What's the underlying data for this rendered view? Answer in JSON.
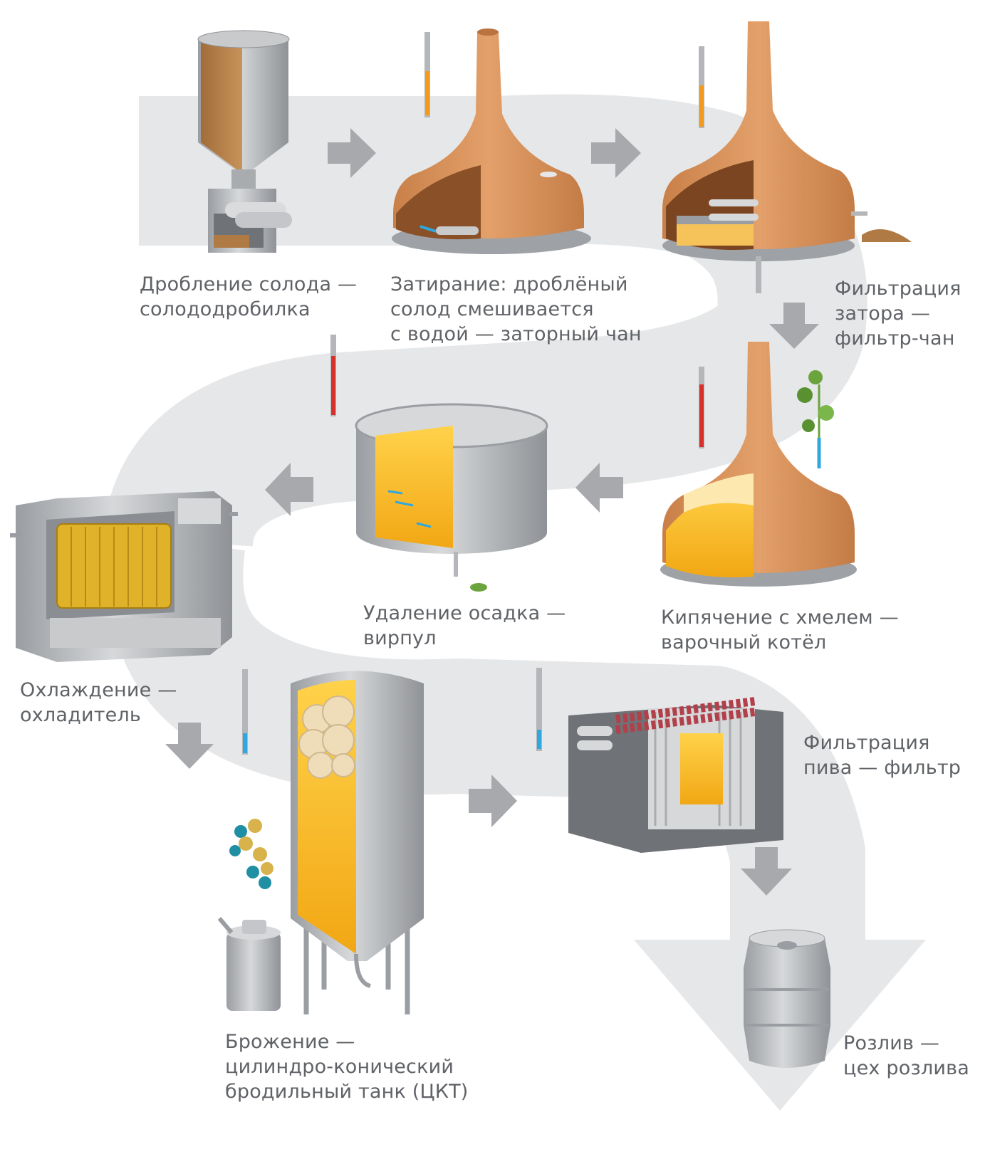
{
  "steps": [
    {
      "id": "milling",
      "lines": [
        "Дробление солода —",
        "солододробилка"
      ]
    },
    {
      "id": "mashing",
      "lines": [
        "Затирание: дроблёный",
        "солод смешивается",
        "с водой — заторный чан"
      ]
    },
    {
      "id": "lautering",
      "lines": [
        "Фильтрация",
        "затора —",
        "фильтр-чан"
      ]
    },
    {
      "id": "boiling",
      "lines": [
        "Кипячение с хмелем —",
        "варочный котёл"
      ]
    },
    {
      "id": "whirlpool",
      "lines": [
        "Удаление осадка —",
        "вирпул"
      ]
    },
    {
      "id": "cooling",
      "lines": [
        "Охлаждение —",
        "охладитель"
      ]
    },
    {
      "id": "fermentation",
      "lines": [
        "Брожение —",
        "цилиндро-конический",
        "бродильный танк (ЦКТ)"
      ]
    },
    {
      "id": "filtration",
      "lines": [
        "Фильтрация",
        "пива — фильтр"
      ]
    },
    {
      "id": "bottling",
      "lines": [
        "Розлив —",
        "цех розлива"
      ]
    }
  ],
  "colors": {
    "path": "#e6e7e9",
    "arrow": "#a7a9ac",
    "copper": "#d9935c",
    "copper_dark": "#b8733f",
    "steel": "#b4b6b9",
    "steel_dark": "#8a8d91",
    "wort": "#f5b523",
    "malt": "#b07a45",
    "thermo_hot": "#d8312b",
    "thermo_warm": "#f29a1d",
    "thermo_cold": "#2fa8df",
    "hops": "#6ba33c",
    "yeast": "#d8b24a"
  },
  "icons": [
    "mill-icon",
    "mash-tun-icon",
    "lauter-tun-icon",
    "kettle-icon",
    "whirlpool-icon",
    "cooler-icon",
    "fermenter-icon",
    "beer-filter-icon",
    "keg-icon",
    "thermometer-icon",
    "hops-icon",
    "yeast-icon",
    "flow-arrow-icon"
  ]
}
